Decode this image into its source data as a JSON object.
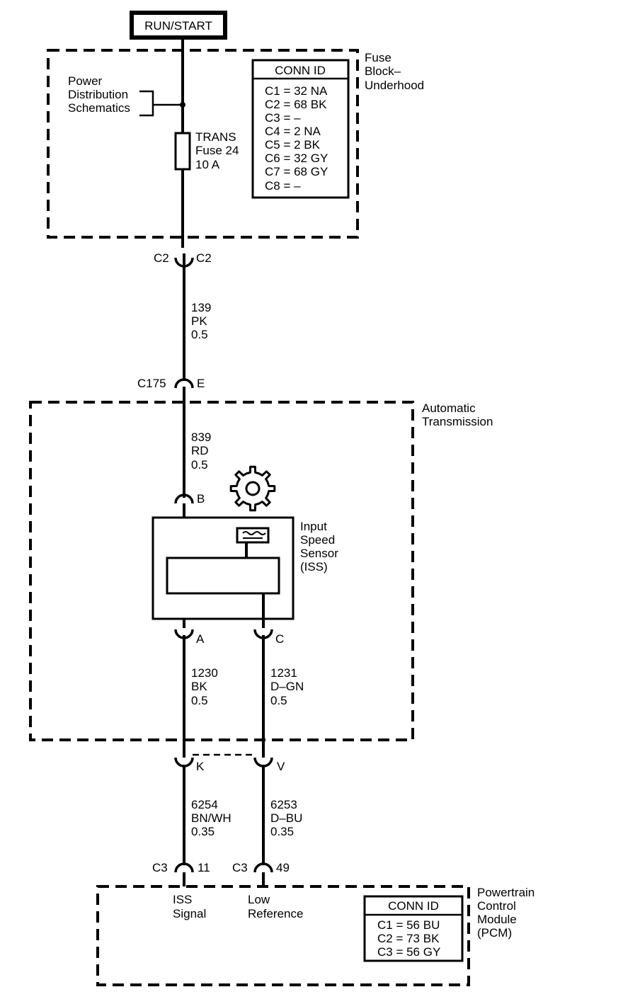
{
  "power_source": {
    "label": "RUN/START"
  },
  "fuse_block": {
    "title_lines": [
      "Fuse",
      "Block–",
      "Underhood"
    ],
    "power_dist_lines": [
      "Power",
      "Distribution",
      "Schematics"
    ],
    "fuse_lines": [
      "TRANS",
      "Fuse 24",
      "10 A"
    ],
    "conn_id": {
      "title": "CONN ID",
      "rows": [
        "C1 = 32 NA",
        "C2 = 68 BK",
        "C3 = –",
        "C4 = 2 NA",
        "C5 = 2 BK",
        "C6 = 32 GY",
        "C7 = 68 GY",
        "C8 = –"
      ]
    }
  },
  "connectors": {
    "c2_left": "C2",
    "c2_right": "C2",
    "c175_left": "C175",
    "c175_right": "E",
    "pin_b": "B",
    "pin_a": "A",
    "pin_c": "C",
    "pin_k": "K",
    "pin_v": "V",
    "pcm_left_conn": "C3",
    "pcm_left_pin": "11",
    "pcm_right_conn": "C3",
    "pcm_right_pin": "49"
  },
  "wires": {
    "w139": [
      "139",
      "PK",
      "0.5"
    ],
    "w839": [
      "839",
      "RD",
      "0.5"
    ],
    "w1230": [
      "1230",
      "BK",
      "0.5"
    ],
    "w1231": [
      "1231",
      "D–GN",
      "0.5"
    ],
    "w6254": [
      "6254",
      "BN/WH",
      "0.35"
    ],
    "w6253": [
      "6253",
      "D–BU",
      "0.35"
    ]
  },
  "transmission": {
    "title_lines": [
      "Automatic",
      "Transmission"
    ],
    "sensor_lines": [
      "Input",
      "Speed",
      "Sensor",
      "(ISS)"
    ],
    "icons": [
      "gear-icon",
      "sensor-icon"
    ]
  },
  "pcm": {
    "title_lines": [
      "Powertrain",
      "Control",
      "Module",
      "(PCM)"
    ],
    "iss_signal_lines": [
      "ISS",
      "Signal"
    ],
    "low_ref_lines": [
      "Low",
      "Reference"
    ],
    "conn_id": {
      "title": "CONN ID",
      "rows": [
        "C1 = 56 BU",
        "C2 = 73 BK",
        "C3 = 56 GY"
      ]
    }
  }
}
